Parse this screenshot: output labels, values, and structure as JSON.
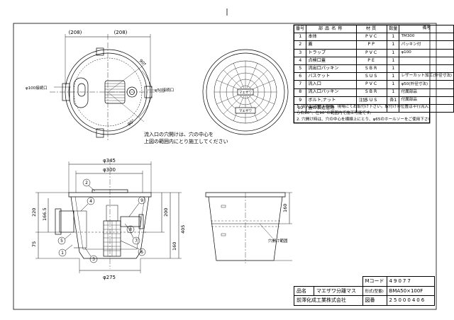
{
  "parts_table": {
    "headers": [
      "番号",
      "部品名称",
      "材質",
      "数量",
      "備考"
    ],
    "rows": [
      {
        "no": "1",
        "name": "本体",
        "material": "PVC",
        "qty": "1",
        "remark": "TM300"
      },
      {
        "no": "2",
        "name": "蓋",
        "material": "PP",
        "qty": "1",
        "remark": "パッキン付"
      },
      {
        "no": "3",
        "name": "トラップ",
        "material": "PVC",
        "qty": "1",
        "remark": "φ100"
      },
      {
        "no": "4",
        "name": "点検口蓋",
        "material": "PE",
        "qty": "1",
        "remark": ""
      },
      {
        "no": "5",
        "name": "流出口パッキン",
        "material": "SBR",
        "qty": "1",
        "remark": ""
      },
      {
        "no": "6",
        "name": "バスケット",
        "material": "SUS",
        "qty": "1",
        "remark": "レザーカット加工(外径寸法)"
      },
      {
        "no": "7",
        "name": "流入口",
        "material": "PVC",
        "qty": "1",
        "remark": "φ50(外径寸法)"
      },
      {
        "no": "8",
        "name": "流入口パッキン",
        "material": "SBR",
        "qty": "1",
        "remark": "付属部品"
      },
      {
        "no": "9",
        "name": "ボルト,ナット",
        "material": "SUS",
        "qty": "各1",
        "remark": "付属部品"
      },
      {
        "no": "10",
        "name": "蓋の製造管理",
        "material": "",
        "qty": "",
        "remark": ""
      }
    ]
  },
  "notes": {
    "title": "注記",
    "lines": [
      "1. 流入口は施工の際、現場にてお取付け下さい。取付けの位置は平行流入か",
      "ら右90°、左90°の範囲内で施工可能です。",
      "2. 穴開け時は、穴の中心を横線上にとり、φ65のホールソーをご使用下さい。"
    ]
  },
  "title_block": {
    "mcode_label": "Mコード",
    "mcode_value": "49077",
    "name_label": "品名",
    "name_value": "マエザワ分離マス",
    "model_label": "形式(型番)",
    "model_value": "BMA50×100F",
    "company": "前澤化成工業株式会社",
    "drawing_no_label": "図番",
    "drawing_no_value": "25000406"
  },
  "drawing_note": {
    "lines": [
      "流入口の穴開けは、穴の中心を",
      "上図の範囲内にとり施工してください"
    ]
  },
  "top_view": {
    "dim_left": "(208)",
    "dim_right": "(208)",
    "angle_top": "90°",
    "angle_bottom": "90°",
    "label_outlet": "φ100接続口",
    "label_inlet": "φ50接続口"
  },
  "cover_view": {
    "cover_mark": "マエザワ"
  },
  "section_view": {
    "dim_345": "φ345",
    "dim_300": "φ300",
    "dim_275": "φ275",
    "dim_220": "220",
    "dim_166": "166.5",
    "dim_75": "75",
    "dim_200": "200",
    "dim_160": "160",
    "dim_405": "405",
    "balloons": [
      "1",
      "2",
      "3",
      "4",
      "5",
      "6",
      "7",
      "8",
      "9"
    ]
  },
  "side_view": {
    "dim_160": "160",
    "hole_label": "穴開け範囲"
  }
}
